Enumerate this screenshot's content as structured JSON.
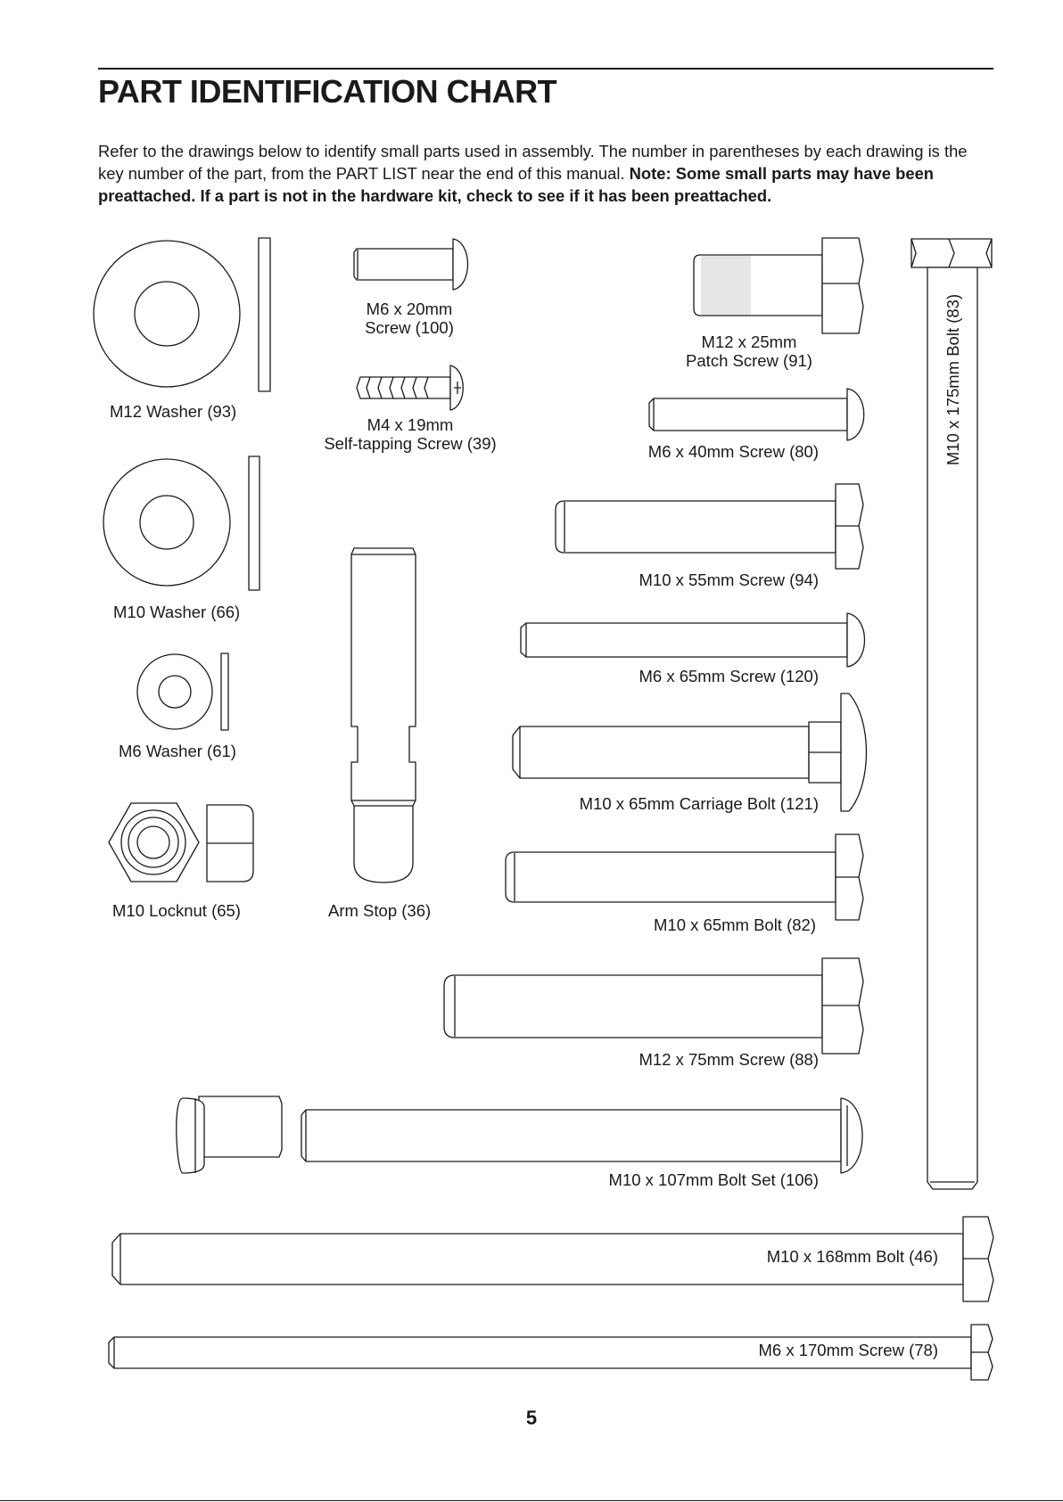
{
  "title": "PART IDENTIFICATION CHART",
  "intro": {
    "text": "Refer to the drawings below to identify small parts used in assembly. The number in parentheses by each drawing is the key number of the part, from the PART LIST near the end of this manual.",
    "note": "Note: Some small parts may have been preattached. If a part is not in the hardware kit, check to see if it has been preattached."
  },
  "parts": {
    "m12_washer": "M12 Washer (93)",
    "m6x20_size": "M6 x 20mm",
    "m6x20_name": "Screw (100)",
    "m12x25_size": "M12 x 25mm",
    "m12x25_name": "Patch Screw (91)",
    "m10x175": "M10 x 175mm Bolt (83)",
    "m4x19_size": "M4 x 19mm",
    "m4x19_name": "Self-tapping Screw (39)",
    "m6x40": "M6 x 40mm Screw (80)",
    "m10_washer": "M10 Washer (66)",
    "m10x55": "M10 x 55mm Screw (94)",
    "m6x65": "M6 x 65mm Screw (120)",
    "m6_washer": "M6 Washer (61)",
    "m10x65_carriage": "M10 x 65mm Carriage Bolt (121)",
    "m10_locknut": "M10 Locknut (65)",
    "arm_stop": "Arm Stop (36)",
    "m10x65_bolt": "M10 x 65mm Bolt (82)",
    "m12x75": "M12 x 75mm Screw (88)",
    "m10x107": "M10 x 107mm Bolt Set (106)",
    "m10x168": "M10 x 168mm Bolt (46)",
    "m6x170": "M6 x 170mm Screw (78)"
  },
  "page_number": "5"
}
